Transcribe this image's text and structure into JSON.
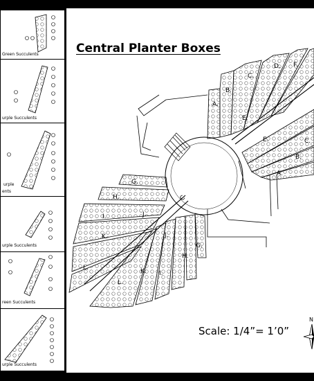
{
  "title": "Central Planter Boxes",
  "scale_text": "Scale: 1/4”= 1’0”",
  "panel_labels": [
    "Green Succulents",
    "urple Succulents",
    "urple",
    "ents",
    "urple Succulents",
    "reen Succulents",
    "urple Succulents"
  ],
  "section_labels": {
    "ne_a": "A.",
    "ne_b": "B.",
    "ne_c": "C.",
    "ne_d": "D.",
    "ne_e": "E.",
    "ne_f": "F.",
    "e_e": "E.",
    "e_c": "C.",
    "e_b": "B.",
    "e_a": "A.",
    "w_g": "G.",
    "w_h": "H.",
    "w_i": "I.",
    "w_j": "J.",
    "w_k": "K.",
    "w_l": "L.",
    "s_j": "J.",
    "s_g": "G.",
    "s_h": "H.",
    "s_i": "I.",
    "s_k": "K.",
    "s_l": "L."
  },
  "center_mark": "C",
  "north_mark": "N",
  "colors": {
    "ink": "#000000",
    "paper": "#ffffff",
    "frame": "#000000",
    "pattern": "#666666"
  },
  "icons": {
    "north": "north-arrow-icon",
    "plant": "plant-symbol-icon"
  }
}
